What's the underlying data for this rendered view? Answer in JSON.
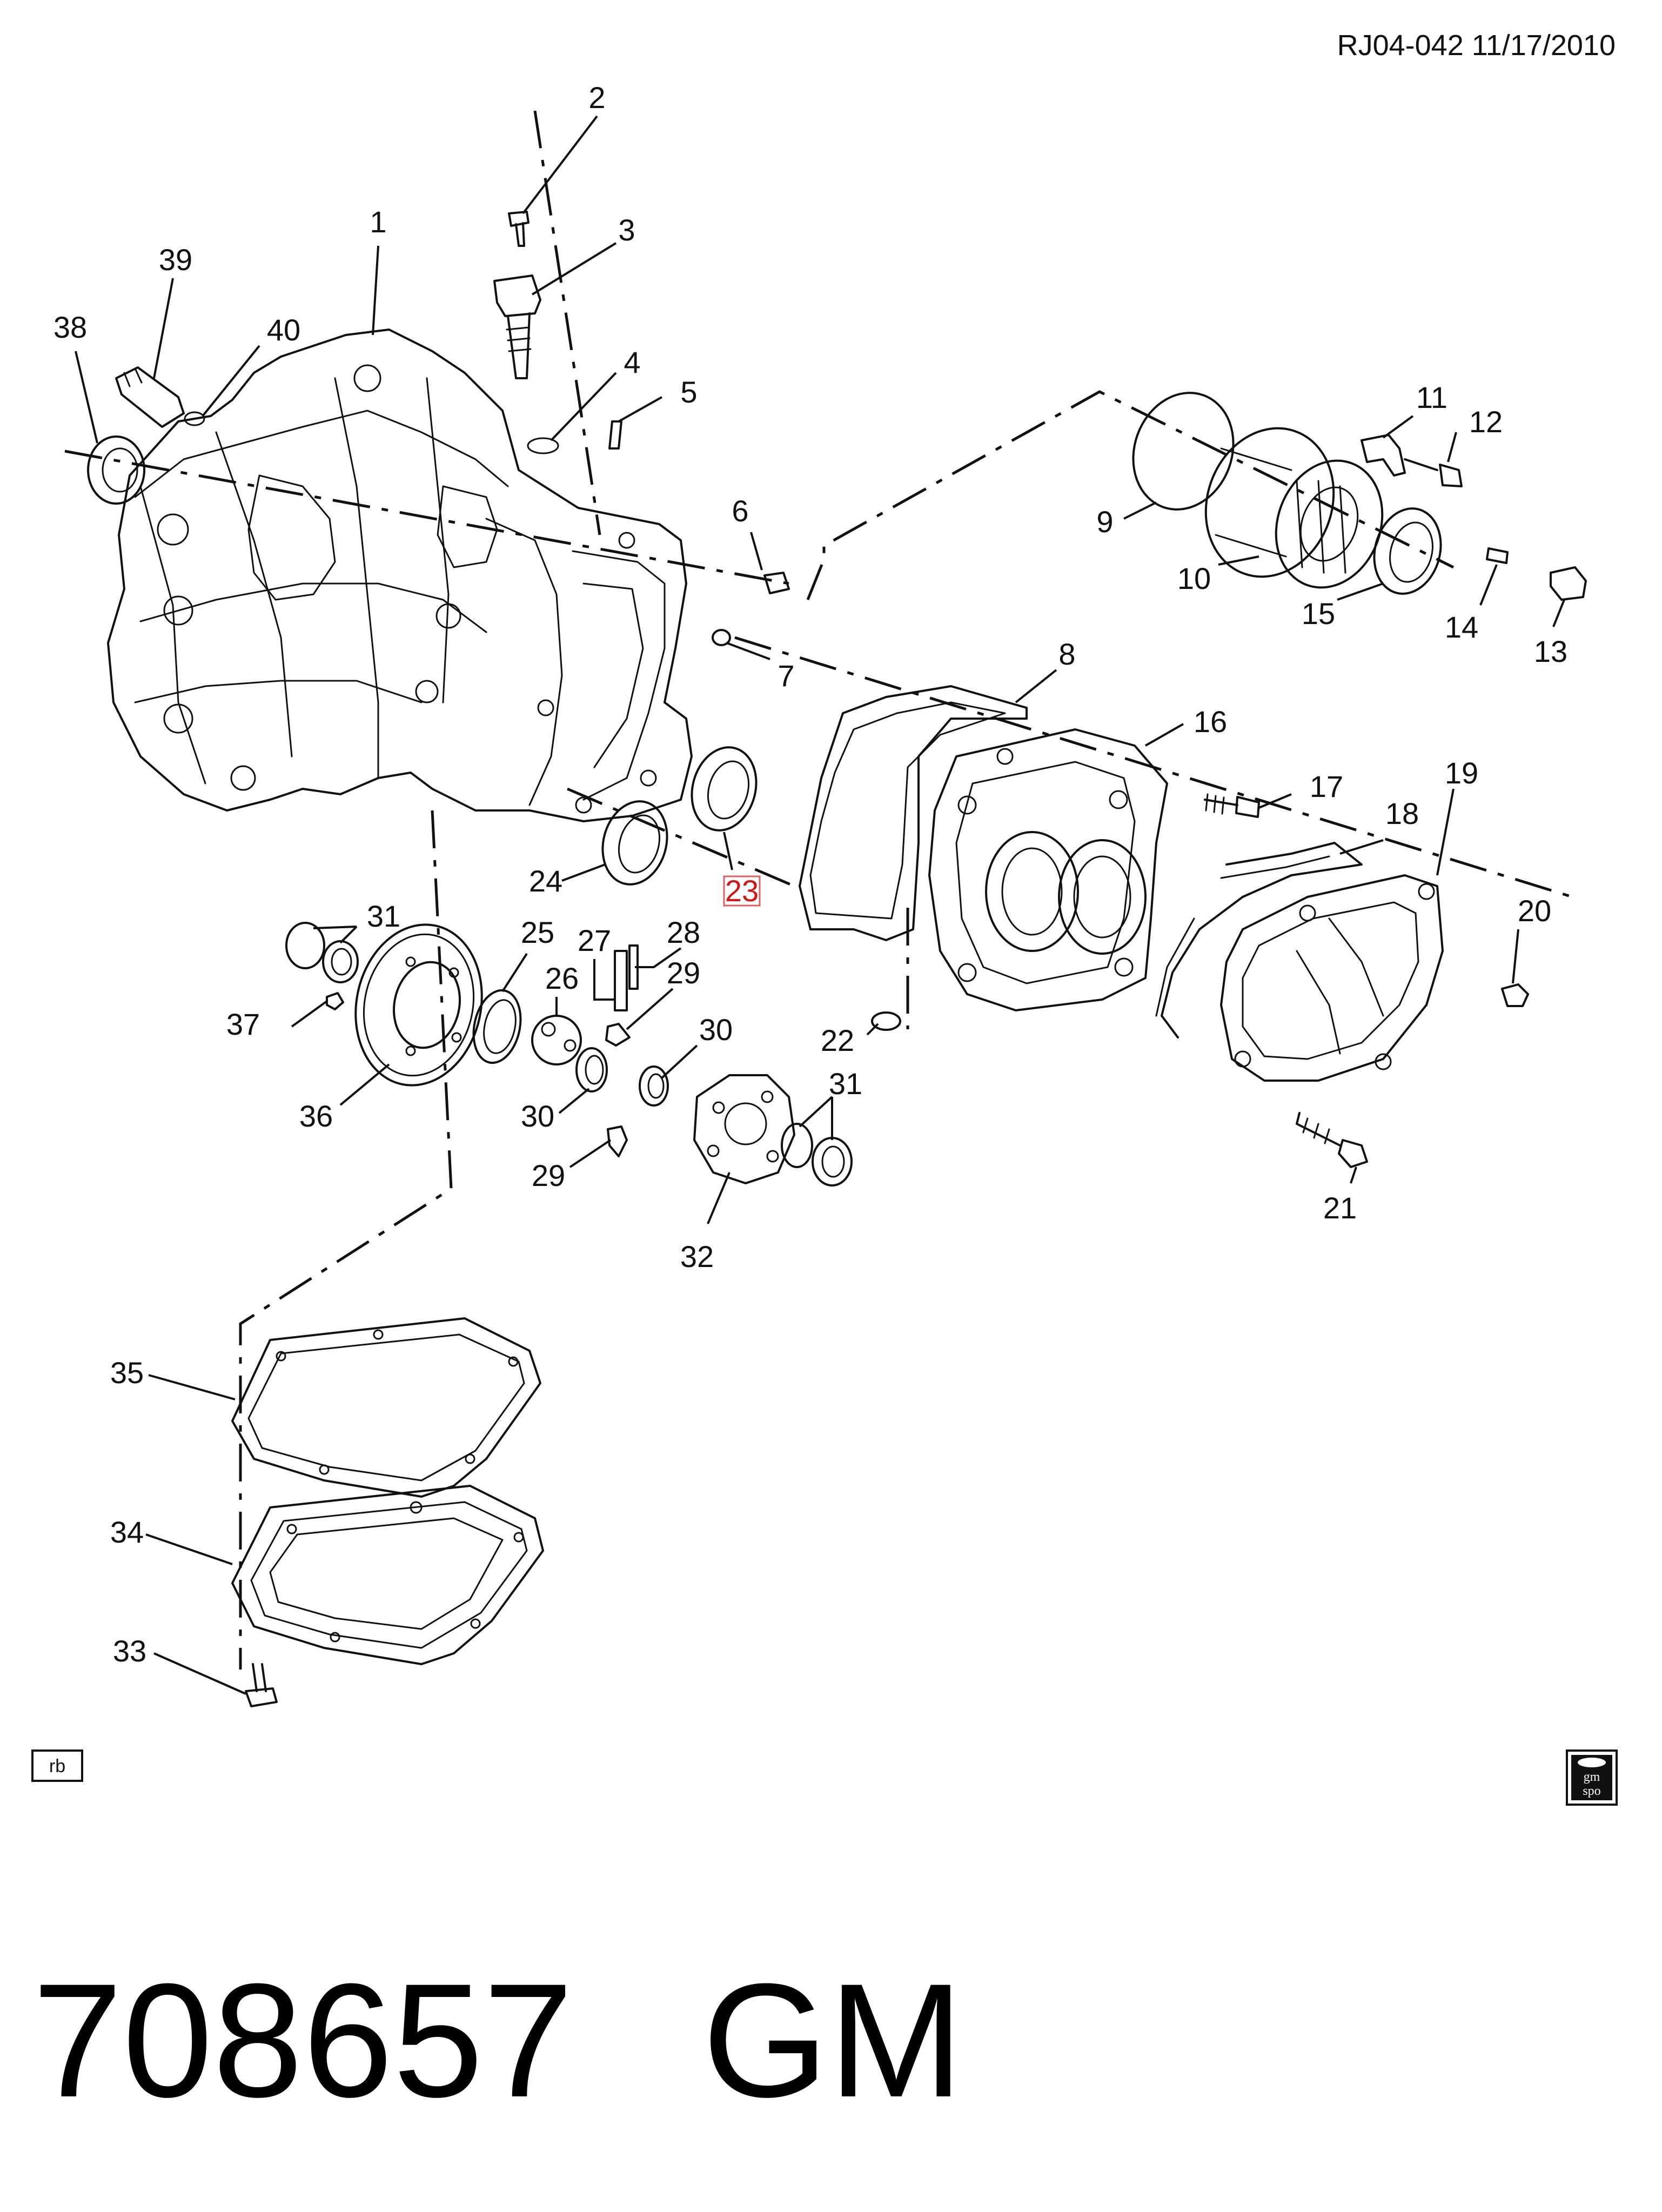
{
  "header": {
    "reference": "RJ04-042  11/17/2010"
  },
  "footer": {
    "part_number": "708657",
    "brand": "GM"
  },
  "corner_tag": {
    "label": "rb"
  },
  "logo": {
    "text_top": "gm",
    "text_bottom": "spo"
  },
  "callouts": [
    {
      "label": "1"
    },
    {
      "label": "2"
    },
    {
      "label": "3"
    },
    {
      "label": "4"
    },
    {
      "label": "5"
    },
    {
      "label": "6"
    },
    {
      "label": "7"
    },
    {
      "label": "8"
    },
    {
      "label": "9"
    },
    {
      "label": "10"
    },
    {
      "label": "11"
    },
    {
      "label": "12"
    },
    {
      "label": "13"
    },
    {
      "label": "14"
    },
    {
      "label": "15"
    },
    {
      "label": "16"
    },
    {
      "label": "17"
    },
    {
      "label": "18"
    },
    {
      "label": "19"
    },
    {
      "label": "20"
    },
    {
      "label": "21"
    },
    {
      "label": "22"
    },
    {
      "label": "23",
      "highlighted": true
    },
    {
      "label": "24"
    },
    {
      "label": "25"
    },
    {
      "label": "26"
    },
    {
      "label": "27"
    },
    {
      "label": "28"
    },
    {
      "label": "29"
    },
    {
      "label": "29"
    },
    {
      "label": "30"
    },
    {
      "label": "30"
    },
    {
      "label": "31"
    },
    {
      "label": "31"
    },
    {
      "label": "32"
    },
    {
      "label": "33"
    },
    {
      "label": "34"
    },
    {
      "label": "35"
    },
    {
      "label": "36"
    },
    {
      "label": "37"
    },
    {
      "label": "38"
    },
    {
      "label": "39"
    },
    {
      "label": "40"
    }
  ]
}
